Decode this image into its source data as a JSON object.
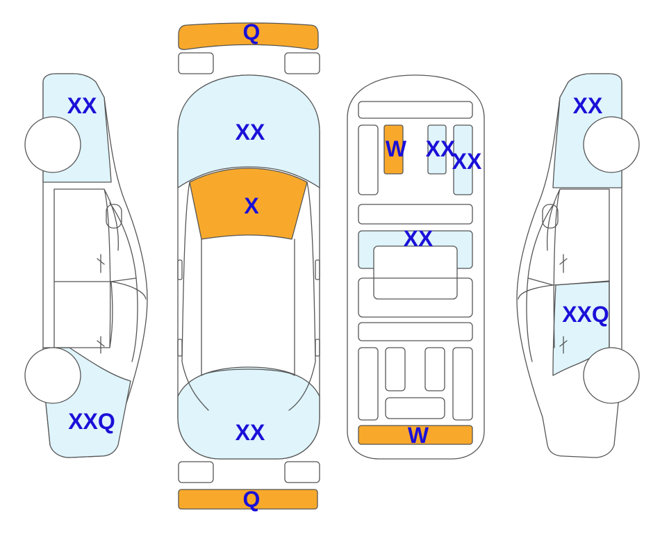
{
  "colors": {
    "light_damage": "#dff4fb",
    "heavy_damage": "#f8a92b",
    "label": "#1a10d8",
    "outline": "#555555",
    "background": "#ffffff"
  },
  "views": {
    "left_side": {
      "front_fender": "XX",
      "rear_quarter": "XXQ"
    },
    "top": {
      "front_bumper": "Q",
      "hood": "XX",
      "windshield": "X",
      "rear_glass": "XX",
      "rear_bumper": "Q"
    },
    "underbody": {
      "front_left_member": "W",
      "front_center_member": "XX",
      "front_right_member": "XX",
      "front_crossmember": "XX",
      "rear_panel": "W"
    },
    "right_side": {
      "front_fender": "XX",
      "rear_door": "XXQ"
    }
  }
}
